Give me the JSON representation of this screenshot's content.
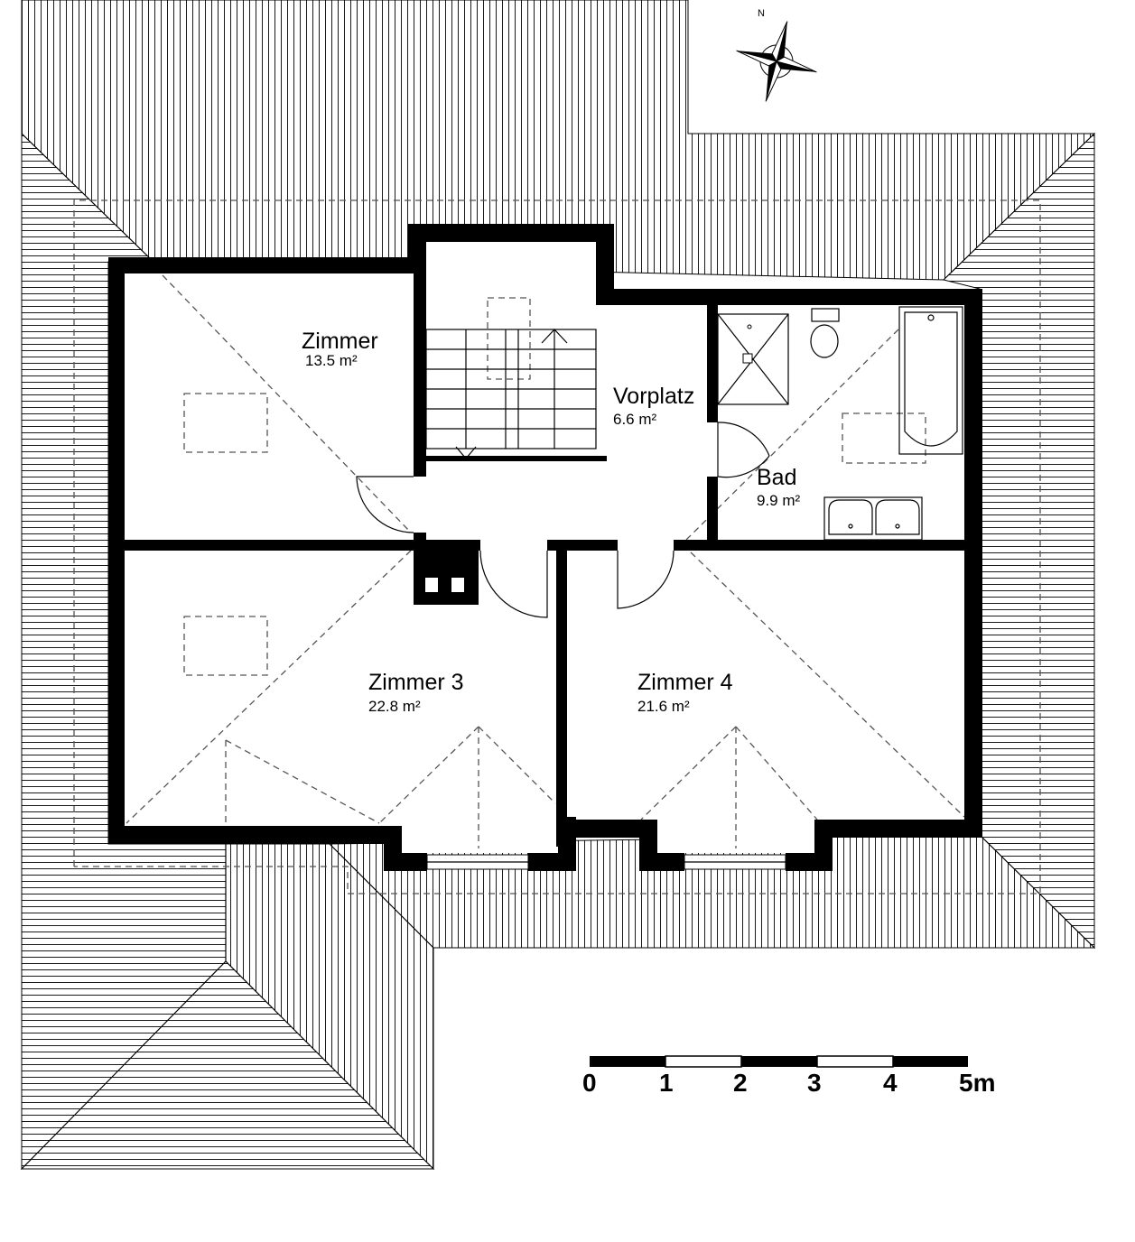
{
  "rooms": {
    "zimmer": {
      "name": "Zimmer",
      "area": "13.5 m²"
    },
    "vorplatz": {
      "name": "Vorplatz",
      "area": "6.6 m²"
    },
    "bad": {
      "name": "Bad",
      "area": "9.9 m²"
    },
    "zimmer3": {
      "name": "Zimmer 3",
      "area": "22.8 m²"
    },
    "zimmer4": {
      "name": "Zimmer 4",
      "area": "21.6 m²"
    }
  },
  "scale_bar": {
    "labels": [
      "0",
      "1",
      "2",
      "3",
      "4",
      "5m"
    ]
  },
  "north_arrow": {
    "letter": "N",
    "icon": "compass-rose-icon"
  }
}
